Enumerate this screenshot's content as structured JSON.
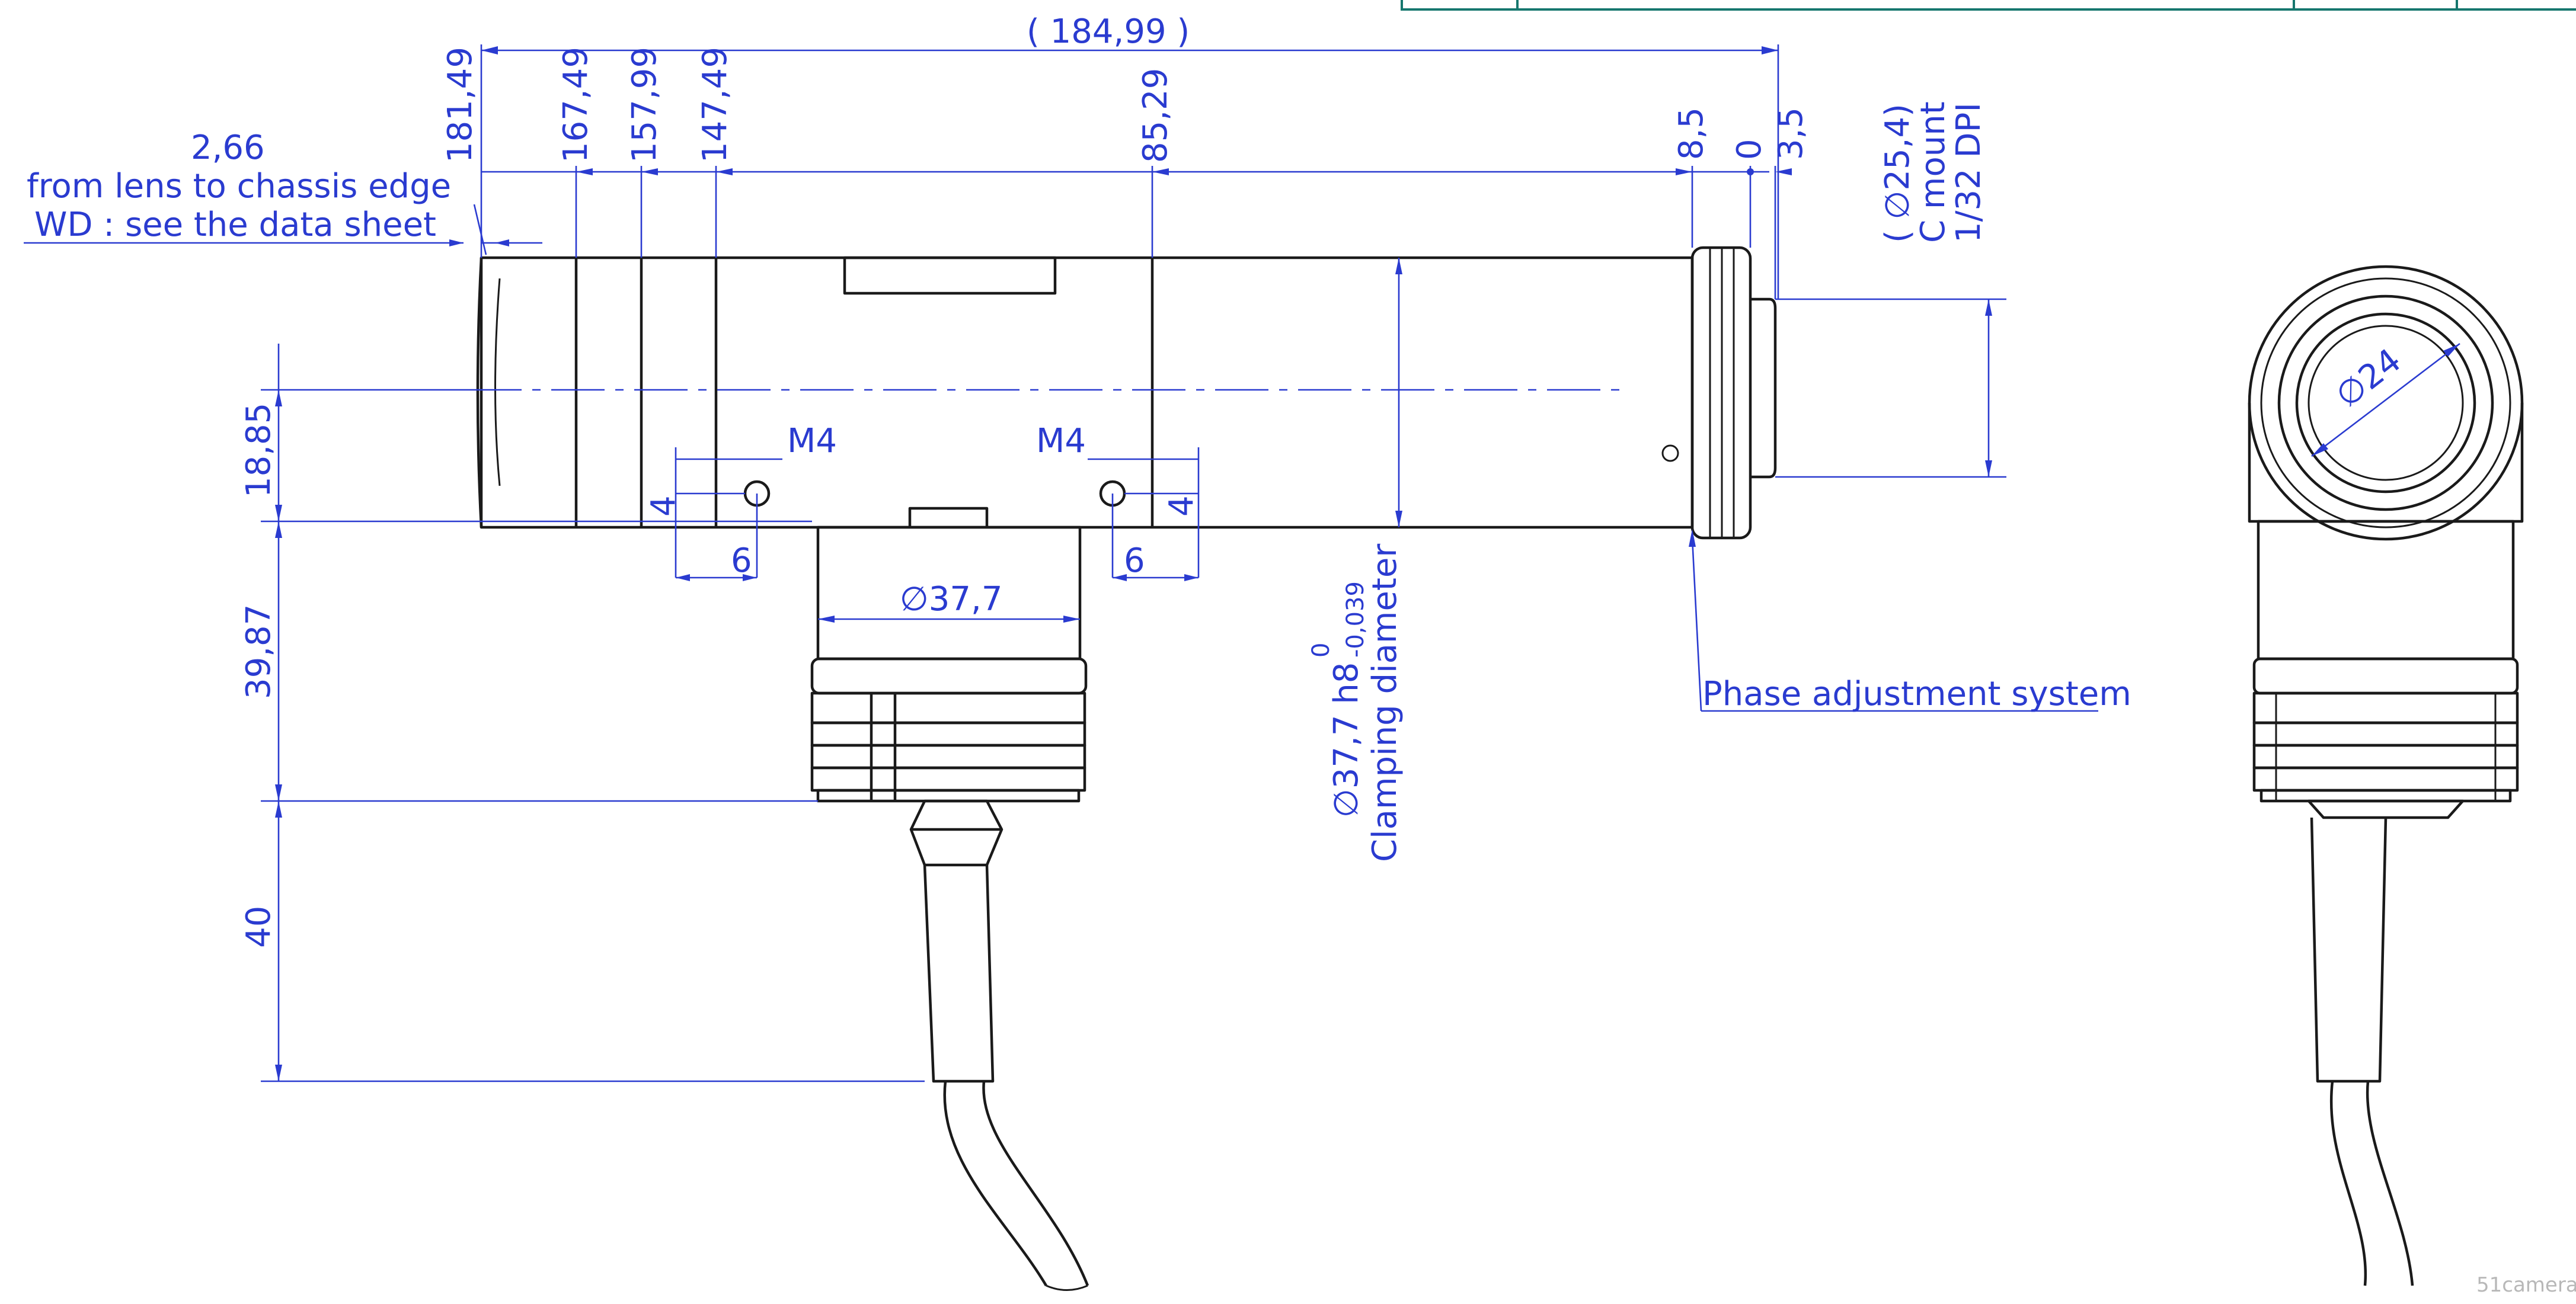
{
  "dimensions": {
    "overall_length": "( 184,99 )",
    "d_181_49": "181,49",
    "d_167_49": "167,49",
    "d_157_99": "157,99",
    "d_147_49": "147,49",
    "d_85_29": "85,29",
    "d_8_5": "8,5",
    "d_0": "0",
    "d_3_5": "3,5",
    "d_18_85": "18,85",
    "d_39_87": "39,87",
    "d_40": "40",
    "m4_left": "M4",
    "m4_right": "M4",
    "four_left": "4",
    "four_right": "4",
    "six_left": "6",
    "six_right": "6",
    "dia_37_7": "∅37,7",
    "dia_24": "∅24"
  },
  "notes": {
    "lens_offset_value": "2,66",
    "lens_offset_line1": "from lens to chassis edge",
    "lens_offset_line2": "WD : see the data sheet",
    "mount_line1": "( ∅25,4)",
    "mount_line2": "C mount",
    "mount_line3": "1/32 DPI",
    "tolerance_upper": "0",
    "tolerance_lower": "-0,039",
    "clamp_line1": "∅37,7 h8",
    "clamp_line2": "Clamping diameter",
    "phase_label": "Phase adjustment system"
  },
  "watermark": "51camera",
  "colors": {
    "dimension": "#2a3bd0",
    "outline": "#1a1a1a",
    "frame": "#16776e"
  }
}
